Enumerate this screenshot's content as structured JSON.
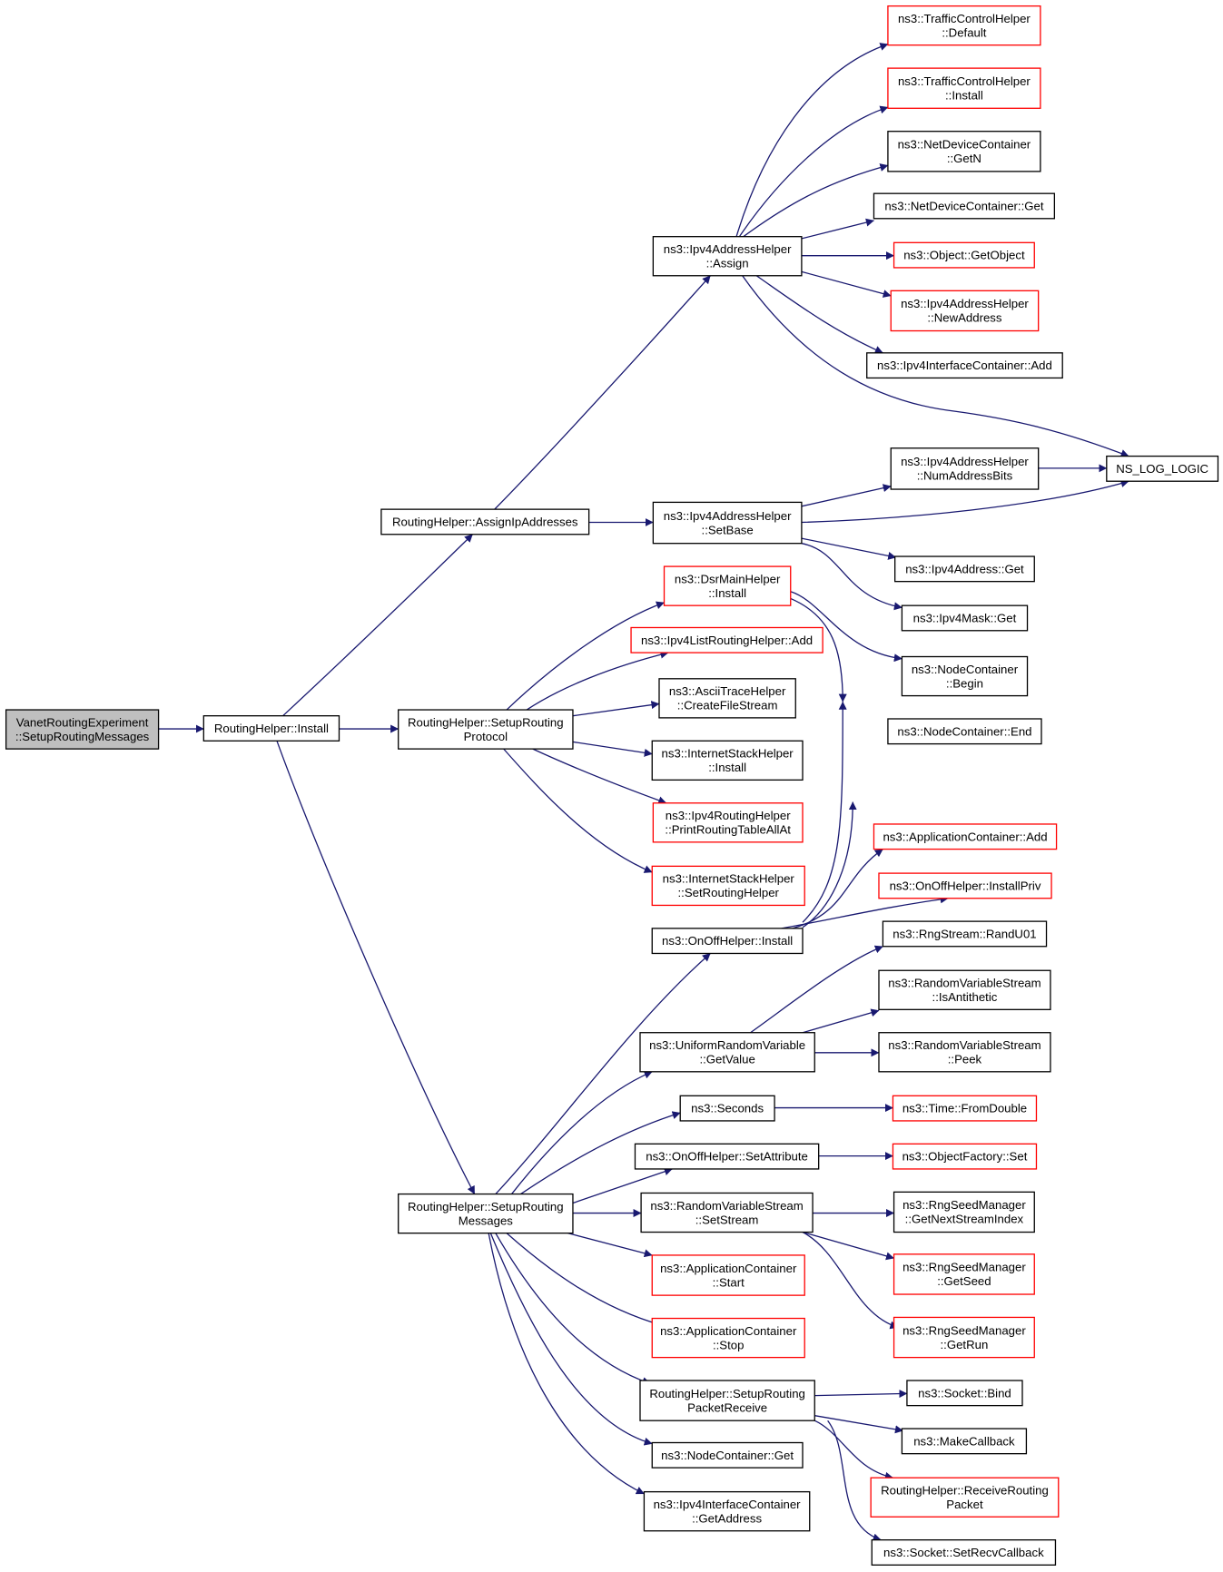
{
  "diagram": {
    "colors": {
      "edge": "#191970",
      "arrowhead": "#191970",
      "border_normal": "#000000",
      "border_truncated": "#ff0000",
      "root_fill": "#bfbfbf",
      "node_fill": "#ffffff"
    },
    "nodes": [
      {
        "id": "vanet",
        "lines": [
          "VanetRoutingExperiment",
          "::SetupRoutingMessages"
        ],
        "style": "root"
      },
      {
        "id": "rh_install",
        "lines": [
          "RoutingHelper::Install"
        ],
        "style": "normal"
      },
      {
        "id": "assign_ip",
        "lines": [
          "RoutingHelper::AssignIpAddresses"
        ],
        "style": "normal"
      },
      {
        "id": "setup_proto",
        "lines": [
          "RoutingHelper::SetupRouting",
          "Protocol"
        ],
        "style": "normal"
      },
      {
        "id": "setup_msgs",
        "lines": [
          "RoutingHelper::SetupRouting",
          "Messages"
        ],
        "style": "normal"
      },
      {
        "id": "ipv4ah_assign",
        "lines": [
          "ns3::Ipv4AddressHelper",
          "::Assign"
        ],
        "style": "normal"
      },
      {
        "id": "ipv4ah_setbase",
        "lines": [
          "ns3::Ipv4AddressHelper",
          "::SetBase"
        ],
        "style": "normal"
      },
      {
        "id": "tch_default",
        "lines": [
          "ns3::TrafficControlHelper",
          "::Default"
        ],
        "style": "truncated"
      },
      {
        "id": "tch_install",
        "lines": [
          "ns3::TrafficControlHelper",
          "::Install"
        ],
        "style": "truncated"
      },
      {
        "id": "ndc_getn",
        "lines": [
          "ns3::NetDeviceContainer",
          "::GetN"
        ],
        "style": "normal"
      },
      {
        "id": "ndc_get",
        "lines": [
          "ns3::NetDeviceContainer::Get"
        ],
        "style": "normal"
      },
      {
        "id": "obj_getobject",
        "lines": [
          "ns3::Object::GetObject"
        ],
        "style": "truncated"
      },
      {
        "id": "ipv4ah_newaddr",
        "lines": [
          "ns3::Ipv4AddressHelper",
          "::NewAddress"
        ],
        "style": "truncated"
      },
      {
        "id": "ipv4ic_add",
        "lines": [
          "ns3::Ipv4InterfaceContainer::Add"
        ],
        "style": "normal"
      },
      {
        "id": "ns_log_logic",
        "lines": [
          "NS_LOG_LOGIC"
        ],
        "style": "normal"
      },
      {
        "id": "ipv4ah_numbits",
        "lines": [
          "ns3::Ipv4AddressHelper",
          "::NumAddressBits"
        ],
        "style": "normal"
      },
      {
        "id": "ipv4addr_get",
        "lines": [
          "ns3::Ipv4Address::Get"
        ],
        "style": "normal"
      },
      {
        "id": "ipv4mask_get",
        "lines": [
          "ns3::Ipv4Mask::Get"
        ],
        "style": "normal"
      },
      {
        "id": "dsr_install",
        "lines": [
          "ns3::DsrMainHelper",
          "::Install"
        ],
        "style": "truncated"
      },
      {
        "id": "ipv4lrh_add",
        "lines": [
          "ns3::Ipv4ListRoutingHelper::Add"
        ],
        "style": "truncated"
      },
      {
        "id": "ath_create",
        "lines": [
          "ns3::AsciiTraceHelper",
          "::CreateFileStream"
        ],
        "style": "normal"
      },
      {
        "id": "ish_install",
        "lines": [
          "ns3::InternetStackHelper",
          "::Install"
        ],
        "style": "normal"
      },
      {
        "id": "ipv4rh_print",
        "lines": [
          "ns3::Ipv4RoutingHelper",
          "::PrintRoutingTableAllAt"
        ],
        "style": "truncated"
      },
      {
        "id": "ish_setrouting",
        "lines": [
          "ns3::InternetStackHelper",
          "::SetRoutingHelper"
        ],
        "style": "truncated"
      },
      {
        "id": "nc_begin",
        "lines": [
          "ns3::NodeContainer",
          "::Begin"
        ],
        "style": "normal"
      },
      {
        "id": "nc_end",
        "lines": [
          "ns3::NodeContainer::End"
        ],
        "style": "normal"
      },
      {
        "id": "appc_add",
        "lines": [
          "ns3::ApplicationContainer::Add"
        ],
        "style": "truncated"
      },
      {
        "id": "onoff_installpriv",
        "lines": [
          "ns3::OnOffHelper::InstallPriv"
        ],
        "style": "truncated"
      },
      {
        "id": "onoff_install",
        "lines": [
          "ns3::OnOffHelper::Install"
        ],
        "style": "normal"
      },
      {
        "id": "rng_randu01",
        "lines": [
          "ns3::RngStream::RandU01"
        ],
        "style": "normal"
      },
      {
        "id": "rvs_isanti",
        "lines": [
          "ns3::RandomVariableStream",
          "::IsAntithetic"
        ],
        "style": "normal"
      },
      {
        "id": "rvs_peek",
        "lines": [
          "ns3::RandomVariableStream",
          "::Peek"
        ],
        "style": "normal"
      },
      {
        "id": "urv_getvalue",
        "lines": [
          "ns3::UniformRandomVariable",
          "::GetValue"
        ],
        "style": "normal"
      },
      {
        "id": "seconds",
        "lines": [
          "ns3::Seconds"
        ],
        "style": "normal"
      },
      {
        "id": "time_fromdouble",
        "lines": [
          "ns3::Time::FromDouble"
        ],
        "style": "truncated"
      },
      {
        "id": "onoff_setattr",
        "lines": [
          "ns3::OnOffHelper::SetAttribute"
        ],
        "style": "normal"
      },
      {
        "id": "objfactory_set",
        "lines": [
          "ns3::ObjectFactory::Set"
        ],
        "style": "truncated"
      },
      {
        "id": "rvs_setstream",
        "lines": [
          "ns3::RandomVariableStream",
          "::SetStream"
        ],
        "style": "normal"
      },
      {
        "id": "rsm_getnext",
        "lines": [
          "ns3::RngSeedManager",
          "::GetNextStreamIndex"
        ],
        "style": "normal"
      },
      {
        "id": "rsm_getseed",
        "lines": [
          "ns3::RngSeedManager",
          "::GetSeed"
        ],
        "style": "truncated"
      },
      {
        "id": "rsm_getrun",
        "lines": [
          "ns3::RngSeedManager",
          "::GetRun"
        ],
        "style": "truncated"
      },
      {
        "id": "appc_start",
        "lines": [
          "ns3::ApplicationContainer",
          "::Start"
        ],
        "style": "truncated"
      },
      {
        "id": "appc_stop",
        "lines": [
          "ns3::ApplicationContainer",
          "::Stop"
        ],
        "style": "truncated"
      },
      {
        "id": "setup_pkt_recv",
        "lines": [
          "RoutingHelper::SetupRouting",
          "PacketReceive"
        ],
        "style": "normal"
      },
      {
        "id": "socket_bind",
        "lines": [
          "ns3::Socket::Bind"
        ],
        "style": "normal"
      },
      {
        "id": "makecallback",
        "lines": [
          "ns3::MakeCallback"
        ],
        "style": "normal"
      },
      {
        "id": "recv_pkt",
        "lines": [
          "RoutingHelper::ReceiveRouting",
          "Packet"
        ],
        "style": "truncated"
      },
      {
        "id": "socket_setrecv",
        "lines": [
          "ns3::Socket::SetRecvCallback"
        ],
        "style": "normal"
      },
      {
        "id": "nc_get",
        "lines": [
          "ns3::NodeContainer::Get"
        ],
        "style": "normal"
      },
      {
        "id": "ipv4ic_getaddr",
        "lines": [
          "ns3::Ipv4InterfaceContainer",
          "::GetAddress"
        ],
        "style": "normal"
      }
    ],
    "edges": [
      [
        "vanet",
        "rh_install"
      ],
      [
        "rh_install",
        "assign_ip"
      ],
      [
        "rh_install",
        "setup_proto"
      ],
      [
        "rh_install",
        "setup_msgs"
      ],
      [
        "assign_ip",
        "ipv4ah_assign"
      ],
      [
        "assign_ip",
        "ipv4ah_setbase"
      ],
      [
        "ipv4ah_assign",
        "tch_default"
      ],
      [
        "ipv4ah_assign",
        "tch_install"
      ],
      [
        "ipv4ah_assign",
        "ndc_getn"
      ],
      [
        "ipv4ah_assign",
        "ndc_get"
      ],
      [
        "ipv4ah_assign",
        "obj_getobject"
      ],
      [
        "ipv4ah_assign",
        "ipv4ah_newaddr"
      ],
      [
        "ipv4ah_assign",
        "ipv4ic_add"
      ],
      [
        "ipv4ah_assign",
        "ns_log_logic"
      ],
      [
        "ipv4ah_setbase",
        "ipv4ah_numbits"
      ],
      [
        "ipv4ah_setbase",
        "ns_log_logic"
      ],
      [
        "ipv4ah_setbase",
        "ipv4addr_get"
      ],
      [
        "ipv4ah_setbase",
        "ipv4mask_get"
      ],
      [
        "ipv4ah_numbits",
        "ns_log_logic"
      ],
      [
        "setup_proto",
        "dsr_install"
      ],
      [
        "setup_proto",
        "ipv4lrh_add"
      ],
      [
        "setup_proto",
        "ath_create"
      ],
      [
        "setup_proto",
        "ish_install"
      ],
      [
        "setup_proto",
        "ipv4rh_print"
      ],
      [
        "setup_proto",
        "ish_setrouting"
      ],
      [
        "dsr_install",
        "nc_begin"
      ],
      [
        "dsr_install",
        "nc_end"
      ],
      [
        "onoff_install",
        "nc_begin"
      ],
      [
        "onoff_install",
        "nc_end"
      ],
      [
        "onoff_install",
        "appc_add"
      ],
      [
        "onoff_install",
        "onoff_installpriv"
      ],
      [
        "setup_msgs",
        "onoff_install"
      ],
      [
        "setup_msgs",
        "urv_getvalue"
      ],
      [
        "setup_msgs",
        "seconds"
      ],
      [
        "setup_msgs",
        "onoff_setattr"
      ],
      [
        "setup_msgs",
        "rvs_setstream"
      ],
      [
        "setup_msgs",
        "appc_start"
      ],
      [
        "setup_msgs",
        "appc_stop"
      ],
      [
        "setup_msgs",
        "setup_pkt_recv"
      ],
      [
        "setup_msgs",
        "nc_get"
      ],
      [
        "setup_msgs",
        "ipv4ic_getaddr"
      ],
      [
        "urv_getvalue",
        "rng_randu01"
      ],
      [
        "urv_getvalue",
        "rvs_isanti"
      ],
      [
        "urv_getvalue",
        "rvs_peek"
      ],
      [
        "seconds",
        "time_fromdouble"
      ],
      [
        "onoff_setattr",
        "objfactory_set"
      ],
      [
        "rvs_setstream",
        "rsm_getnext"
      ],
      [
        "rvs_setstream",
        "rsm_getseed"
      ],
      [
        "rvs_setstream",
        "rsm_getrun"
      ],
      [
        "setup_pkt_recv",
        "socket_bind"
      ],
      [
        "setup_pkt_recv",
        "makecallback"
      ],
      [
        "setup_pkt_recv",
        "recv_pkt"
      ],
      [
        "setup_pkt_recv",
        "socket_setrecv"
      ]
    ]
  }
}
